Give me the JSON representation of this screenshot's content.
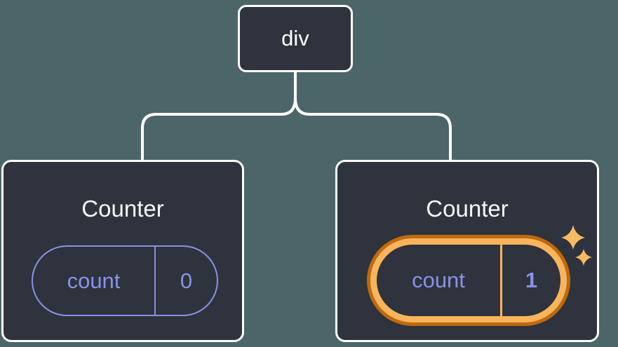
{
  "diagram": {
    "root_node": {
      "label": "div"
    },
    "nodes": [
      {
        "title": "Counter",
        "state_pill": {
          "key": "count",
          "value": "0"
        },
        "highlighted": false
      },
      {
        "title": "Counter",
        "state_pill": {
          "key": "count",
          "value": "1"
        },
        "highlighted": true
      }
    ],
    "icons": {
      "sparkle_count": 2,
      "sparkle_name": "sparkle-icon"
    },
    "colors": {
      "background": "#4C6569",
      "node_fill": "#2E333D",
      "node_border": "#FFFFFF",
      "connector": "#FFFFFF",
      "state_accent_purple": "#8B90E8",
      "highlight_ring_outer": "#BE6A0E",
      "highlight_ring_inner": "#F9B45C",
      "sparkle": "#F8BA62",
      "title_text": "#F6F7F9"
    }
  }
}
